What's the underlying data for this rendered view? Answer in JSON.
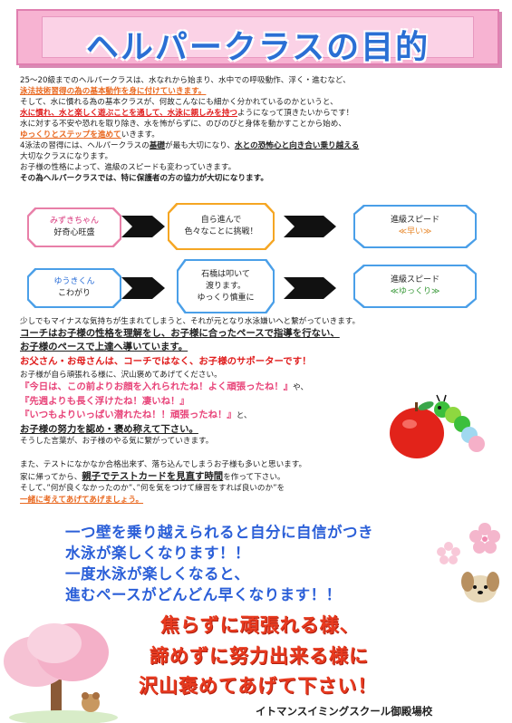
{
  "title": "ヘルパークラスの目的",
  "intro": [
    {
      "segments": [
        {
          "t": "25～20級までのヘルパークラスは、水なれから始まり、水中での呼吸動作、浮く・進むなど、",
          "s": ""
        }
      ]
    },
    {
      "segments": [
        {
          "t": "泳法技術習得の為の基本動作を身に付けていきます。",
          "s": "orange bold under"
        }
      ]
    },
    {
      "segments": [
        {
          "t": "そして、水に慣れる為の基本クラスが、何故こんなにも細かく分かれているのかというと、",
          "s": ""
        }
      ]
    },
    {
      "segments": [
        {
          "t": "水に慣れ、水と楽しく遊ぶことを通して、水泳に親しみを持つ",
          "s": "red bold under"
        },
        {
          "t": "ようになって頂きたいからです！",
          "s": ""
        }
      ]
    },
    {
      "segments": [
        {
          "t": "水に対する不安や恐れを取り除き、水を怖がらずに、のびのびと身体を動かすことから始め、",
          "s": ""
        }
      ]
    },
    {
      "segments": [
        {
          "t": "ゆっくりとステップを進めて",
          "s": "orange bold under"
        },
        {
          "t": "いきます。",
          "s": ""
        }
      ]
    },
    {
      "segments": [
        {
          "t": "4泳法の習得には、ヘルパークラスの",
          "s": ""
        },
        {
          "t": "基礎",
          "s": "bold under"
        },
        {
          "t": "が最も大切になり、",
          "s": ""
        },
        {
          "t": "水との恐怖心と向き合い乗り越える",
          "s": "bold under"
        }
      ]
    },
    {
      "segments": [
        {
          "t": "大切なクラスになります。",
          "s": ""
        }
      ]
    },
    {
      "segments": [
        {
          "t": "お子様の性格によって、進級のスピードも変わっていきます。",
          "s": ""
        }
      ]
    },
    {
      "segments": [
        {
          "t": "その為ヘルパークラスでは、特に保護者の方の協力が大切になります。",
          "s": "bold"
        }
      ]
    }
  ],
  "flow": {
    "row1": {
      "box1_name": "みずきちゃん",
      "box1_trait": "好奇心旺盛",
      "box2_l1": "自ら進んで",
      "box2_l2": "色々なことに挑戦！",
      "box3_l1": "進級スピード",
      "box3_l2": "≪早い≫"
    },
    "row2": {
      "box1_name": "ゆうきくん",
      "box1_trait": "こわがり",
      "box2_l1": "石橋は叩いて",
      "box2_l2": "渡ります。",
      "box2_l3": "ゆっくり慎重に",
      "box3_l1": "進級スピード",
      "box3_l2": "≪ゆっくり≫"
    }
  },
  "middle": [
    {
      "segments": [
        {
          "t": "少しでもマイナスな気持ちが生まれてしまうと、それが元となり水泳嫌いへと繋がっていきます。",
          "s": ""
        }
      ]
    },
    {
      "segments": [
        {
          "t": "コーチはお子様の性格を理解をし、お子様に合ったペースで指導を行ない、",
          "s": "bold under big"
        }
      ]
    },
    {
      "segments": [
        {
          "t": "お子様のペースで上達へ導いています。",
          "s": "bold under big"
        }
      ]
    },
    {
      "segments": [
        {
          "t": "お父さん・お母さんは、コーチではなく、お子様のサポーターです！",
          "s": "red bold big"
        }
      ]
    },
    {
      "segments": [
        {
          "t": "お子様が自ら頑張れる様に、沢山褒めてあげてください。",
          "s": ""
        }
      ]
    },
    {
      "segments": [
        {
          "t": "『今日は、この前よりお顔を入れられたね！よく頑張ったね！』",
          "s": "pink bold big"
        },
        {
          "t": "や、",
          "s": ""
        }
      ]
    },
    {
      "segments": [
        {
          "t": "『先週よりも長く浮けたね！凄いね！』",
          "s": "pink bold big"
        }
      ]
    },
    {
      "segments": [
        {
          "t": "『いつもよりいっぱい潜れたね！！頑張ったね！』",
          "s": "pink bold big"
        },
        {
          "t": "と、",
          "s": ""
        }
      ]
    },
    {
      "segments": [
        {
          "t": "お子様の努力を認め・褒め称えて下さい。",
          "s": "bold under big"
        }
      ]
    },
    {
      "segments": [
        {
          "t": "そうした言葉が、お子様のやる気に繋がっていきます。",
          "s": ""
        }
      ]
    }
  ],
  "test": [
    {
      "segments": [
        {
          "t": "また、テストになかなか合格出来ず、落ち込んでしまうお子様も多いと思います。",
          "s": ""
        }
      ]
    },
    {
      "segments": [
        {
          "t": "家に帰ってから、",
          "s": ""
        },
        {
          "t": "親子でテストカードを見直す時間",
          "s": "bold under big"
        },
        {
          "t": "を作って下さい。",
          "s": ""
        }
      ]
    },
    {
      "segments": [
        {
          "t": "そして、”何が良くなかったのか”、”何を気をつけて練習をすれば良いのか”を",
          "s": ""
        }
      ]
    },
    {
      "segments": [
        {
          "t": "一緒に考えてあげてあげましょう。",
          "s": "orange bold under"
        }
      ]
    }
  ],
  "blue_message": [
    "一つ壁を乗り越えられると自分に自信がつき",
    "水泳が楽しくなります！！",
    "一度水泳が楽しくなると、",
    "進むペースがどんどん早くなります！！"
  ],
  "red_message": [
    "焦らずに頑張れる様、",
    "諦めずに努力出来る様に",
    "沢山褒めてあげて下さい！"
  ],
  "footer": "イトマンスイミングスクール御殿場校",
  "colors": {
    "title_blue": "#2a6fd4",
    "banner_pink": "#f7b3d2",
    "red": "#e01d1d",
    "orange": "#e9681f",
    "pink_text": "#e8457a",
    "blue_text": "#2b5fd8",
    "flow_pink": "#e87fa8",
    "flow_orange": "#f5a623",
    "flow_blue": "#4a9fe8"
  },
  "icons": [
    "apple-caterpillar-illustration",
    "puppy-illustration",
    "cherry-tree-illustration",
    "sakura-flower-icon"
  ]
}
